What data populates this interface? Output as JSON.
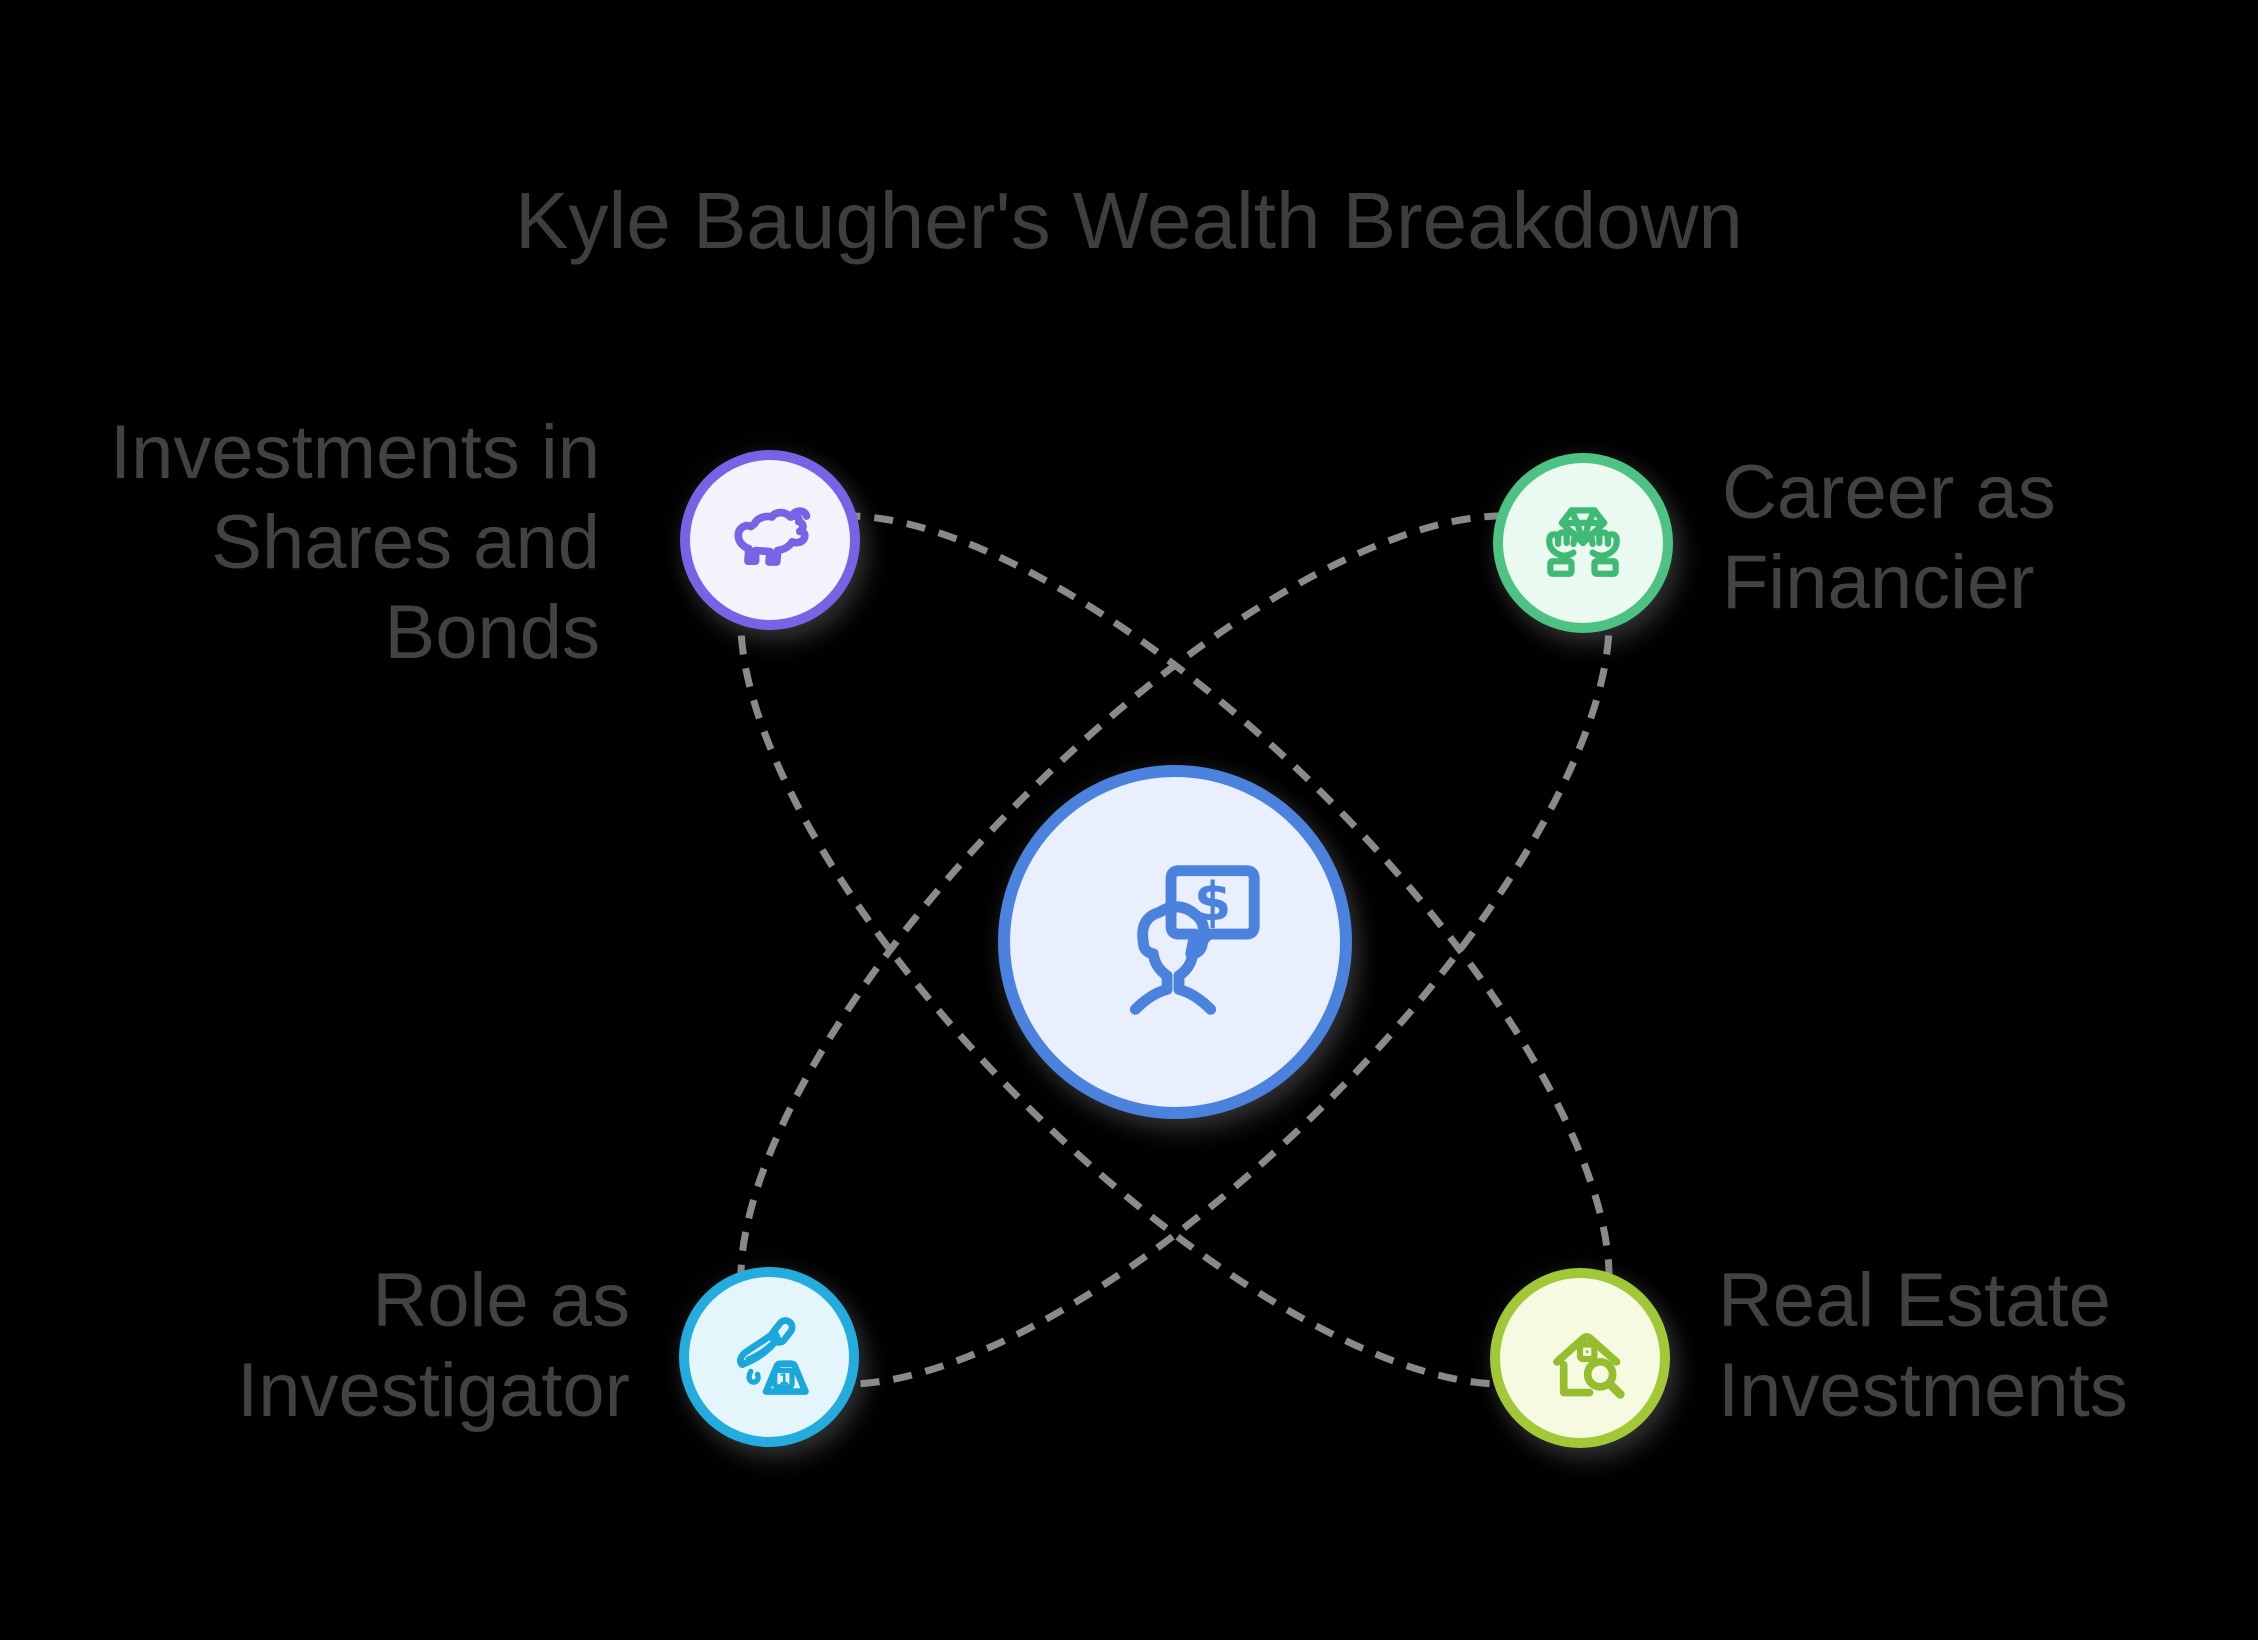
{
  "title": "Kyle Baugher's Wealth Breakdown",
  "background": "#000000",
  "text_color": "#424242",
  "connector_color": "#8a8a8a",
  "center_node": {
    "icon": "financial-advisor-icon",
    "accent": "#4a82dd",
    "fill": "#e9effd",
    "dollar_glyph": "$"
  },
  "nodes": [
    {
      "position": "top-left",
      "icon": "bull-icon",
      "accent": "#7863e6",
      "fill": "#f5f2fc",
      "lines": [
        "Investments in",
        "Shares and",
        "Bonds"
      ]
    },
    {
      "position": "top-right",
      "icon": "diamond-hands-icon",
      "accent": "#4ec282",
      "fill": "#eafaf0",
      "lines": [
        "Career as",
        "Financier"
      ]
    },
    {
      "position": "bottom-left",
      "icon": "knife-evidence-icon",
      "accent": "#25acdf",
      "fill": "#e4f5fc",
      "lines": [
        "Role as",
        "Investigator"
      ],
      "evidence_marker_glyph": "1"
    },
    {
      "position": "bottom-right",
      "icon": "house-search-icon",
      "accent": "#a2c838",
      "fill": "#f5fae1",
      "lines": [
        "Real Estate",
        "Investments"
      ]
    }
  ]
}
